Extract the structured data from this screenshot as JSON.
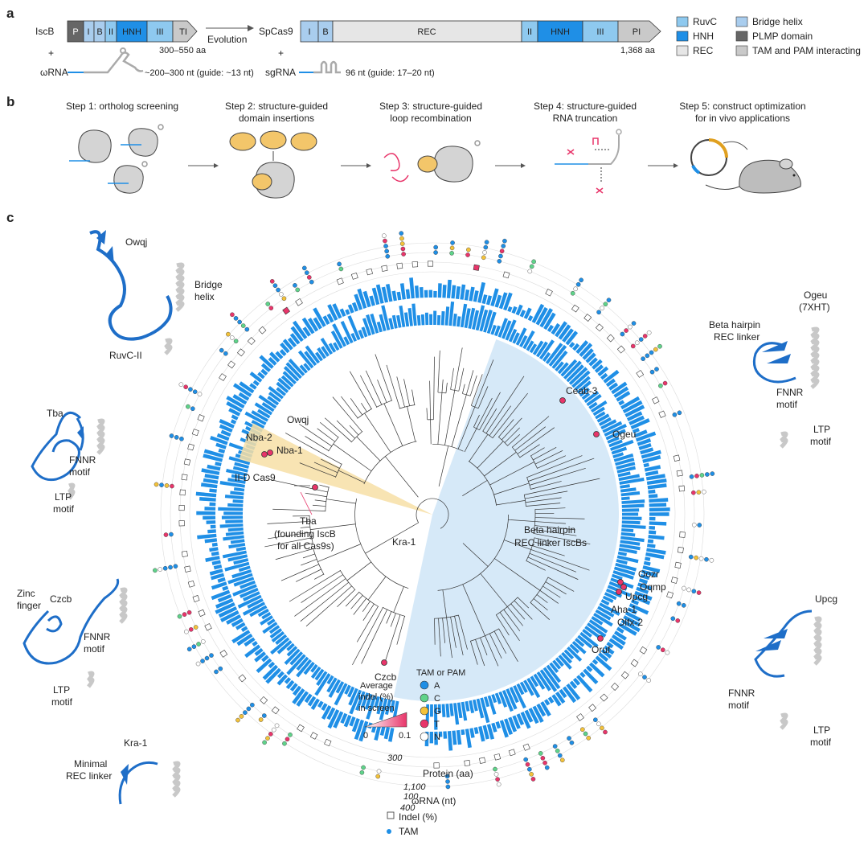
{
  "panels": {
    "a": "a",
    "b": "b",
    "c": "c"
  },
  "colors": {
    "ruvc": "#8ec9ef",
    "hnh": "#1f8fe6",
    "rec": "#e6e6e6",
    "bridge": "#a9cdee",
    "plmp": "#666666",
    "tam_pam_interacting": "#c9c9c9",
    "tree_highlight": "#cfe5f7",
    "tree_highlight_yellow": "#f7dfa6",
    "bar_blue": "#1f8fe6",
    "tam_a": "#1f8fe6",
    "tam_c": "#5fd38a",
    "tam_g": "#f3c23a",
    "tam_t": "#e8356a",
    "tam_n": "#ffffff",
    "indel_low": "#ffffff",
    "indel_high": "#e8356a"
  },
  "panel_a": {
    "iscb_name": "IscB",
    "iscb_domains": [
      "P",
      "I",
      "B",
      "II",
      "HNH",
      "III",
      "TI"
    ],
    "iscb_length": "300–550 aa",
    "evolution_label": "Evolution",
    "spcas9_name": "SpCas9",
    "spcas9_domains": [
      "I",
      "B",
      "REC",
      "II",
      "HNH",
      "III",
      "PI"
    ],
    "spcas9_length": "1,368 aa",
    "plus": "+",
    "omega_rna": "ωRNA",
    "omega_rna_desc": "~200–300 nt (guide: ~13 nt)",
    "sgrna": "sgRNA",
    "sgrna_desc": "96 nt (guide: 17–20 nt)",
    "legend": [
      "RuvC",
      "HNH",
      "REC",
      "Bridge helix",
      "PLMP domain",
      "TAM and PAM interacting"
    ]
  },
  "panel_b": {
    "steps": [
      {
        "line1": "Step 1: ortholog screening",
        "line2": ""
      },
      {
        "line1": "Step 2: structure-guided",
        "line2": "domain insertions"
      },
      {
        "line1": "Step 3: structure-guided",
        "line2": "loop recombination"
      },
      {
        "line1": "Step 4: structure-guided",
        "line2": "RNA truncation"
      },
      {
        "line1": "Step 5: construct optimization",
        "line2": "for in vivo applications"
      }
    ]
  },
  "panel_c": {
    "structures": {
      "owqj": "Owqj",
      "bridge_helix": "Bridge",
      "bridge_helix_2": "helix",
      "ruvc_ii": "RuvC-II",
      "tba": "Tba",
      "czcb": "Czcb",
      "zinc_finger_1": "Zinc",
      "zinc_finger_2": "finger",
      "kra1": "Kra-1",
      "minimal_rec_1": "Minimal",
      "minimal_rec_2": "REC linker",
      "ogeu_1": "Ogeu",
      "ogeu_2": "(7XHT)",
      "beta_hairpin_1": "Beta hairpin",
      "beta_hairpin_2": "REC linker",
      "upcg": "Upcg",
      "fnnr_1": "FNNR",
      "fnnr_2": "motif",
      "ltp_1": "LTP",
      "ltp_2": "motif"
    },
    "tree_labels": {
      "nba2": "Nba-2",
      "nba1": "Nba-1",
      "owqj": "Owqj",
      "iid_cas9": "II-D Cas9",
      "tba": "Tba",
      "tba_note_1": "(founding IscB",
      "tba_note_2": "for all Cas9s)",
      "kra1": "Kra-1",
      "czcb": "Czcb",
      "ceab3": "Ceab-3",
      "ogeu": "Ogeu",
      "beta_clade_1": "Beta hairpin",
      "beta_clade_2": "REC linker IscBs",
      "oozr": "Oozr",
      "oqmp": "Oqmp",
      "upcg": "Upcg",
      "aha1": "Aha-1",
      "olfx2": "Olfx-2",
      "oruf": "Oruf"
    },
    "legend": {
      "indel_title_1": "Average",
      "indel_title_2": "indel (%)",
      "indel_title_3": "in screen",
      "indel_min": "0",
      "indel_max": "0.1",
      "tam_title": "TAM or PAM",
      "tam_items": [
        "A",
        "C",
        "G",
        "T",
        "N"
      ]
    },
    "rings": {
      "protein_tick": "300",
      "protein_label": "Protein (aa)",
      "rna_tick_top": "1,100",
      "rna_tick_bottom": "100",
      "rna_label": "ωRNA (nt)",
      "indel_tick": "400",
      "indel_label": "Indel (%)",
      "tam_label": "TAM"
    }
  }
}
